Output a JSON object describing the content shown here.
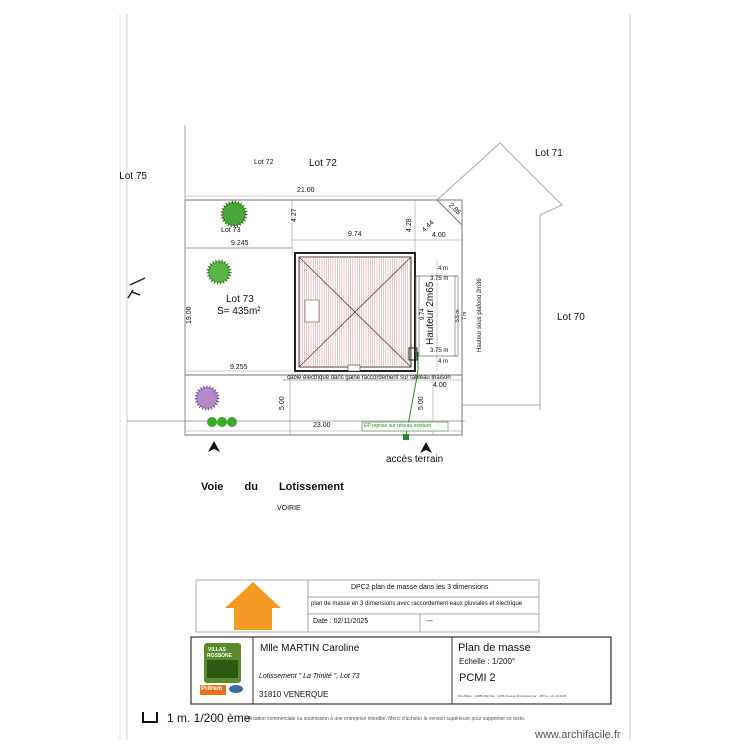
{
  "lots": {
    "lot72_small": "Lot 72",
    "lot72_large": "Lot 72",
    "lot71": "Lot 71",
    "lot75": "Lot 75",
    "lot73_top": "Lot 73",
    "lot73_main": "Lot 73",
    "lot73_area": "S= 435m²",
    "lot70": "Lot 70"
  },
  "dimensions": {
    "d21_00": "21.00",
    "d9_245": "9.245",
    "d9_74_top": "9.74",
    "d4_27": "4.27",
    "d4_28": "4.28",
    "d4_44": "4.44",
    "d2_85": "2.85",
    "d4_00_top": "4.00",
    "d19_00": "19.00",
    "d9_255": "9.255",
    "d4_00_bottom": "4.00",
    "d5_00_left": "5.00",
    "d5_00_right": "5.00",
    "d23_00": "23.00",
    "d4m_top": "4 m",
    "d3_75_top": "3.75 m",
    "d9_74_side": "9.74",
    "d3_75_bottom": "3.75 m",
    "d4m_bottom": "4 m",
    "d5_5": "5.5 m",
    "d7m": "7 m"
  },
  "annotations": {
    "hauteur": "Hauteur 2m65",
    "hauteur_plafond": "Hauteur sous plafond 2m36",
    "cable": "câble électrique dans gaine raccordement sur tableau maison",
    "ep_reprise": "EP reprise sur réseau existant",
    "acces": "accès terrain",
    "voie": "Voie du Lotissement",
    "voirie": "VOIRIE"
  },
  "info_table": {
    "row1": "DPC2 plan de masse dans les 3 dimensions",
    "row2": "plan de masse en 3 dimensions avec raccordement eaux pluviales et électrique",
    "date": "Date : 02/11/2025",
    "date_extra": "---"
  },
  "title_block": {
    "logo_line1": "VILLAS",
    "logo_line2": "ROSSONE",
    "logo_badge": "Pritrem",
    "client": "Mlle MARTIN Caroline",
    "lotissement": "Lotissement \" La Trinité \", Lot 73",
    "city": "31810 VENERQUE",
    "plan_title": "Plan de masse",
    "echelle": "Echelle : 1/200°",
    "code": "PCMI 2",
    "tiny_ref": "Réf Affaire : L0886   Réf Plan : 4456 (Version 8)   Dessiné par : JPP   Le : 21.10.2018"
  },
  "footer": {
    "scale": "1 m. 1/200 ème",
    "disclaimer": "Utilisation commerciale ou soumission à une entreprise interdite. Merci d'acheter la version supérieure pour supprimer ce texte.",
    "watermark": "www.archifacile.fr"
  },
  "colors": {
    "accent_orange": "#f49a24",
    "grass_green": "#3a9a2a",
    "roof_pink": "#d9a0a4",
    "logo_green": "#5a8a2a"
  }
}
